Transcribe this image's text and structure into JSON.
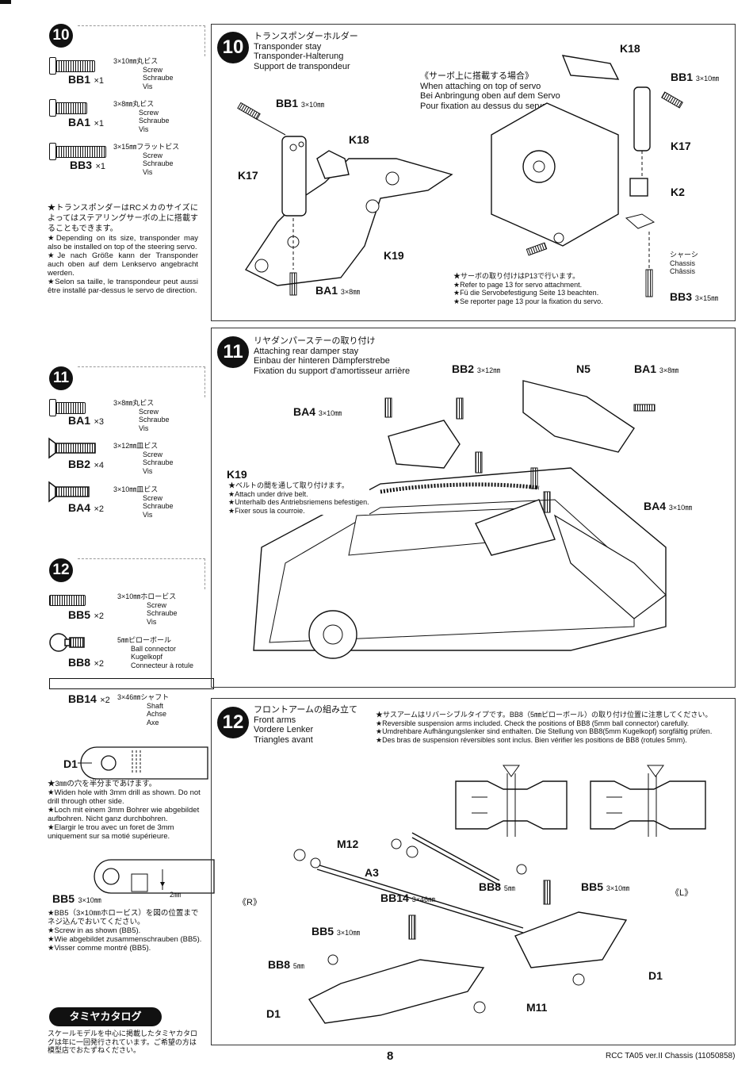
{
  "left": {
    "step10": {
      "num": "10",
      "parts": [
        {
          "code": "BB1",
          "qty": "×1",
          "size": "3×10㎜丸ビス",
          "en": "Screw",
          "de": "Schraube",
          "fr": "Vis"
        },
        {
          "code": "BA1",
          "qty": "×1",
          "size": "3×8㎜丸ビス",
          "en": "Screw",
          "de": "Schraube",
          "fr": "Vis"
        },
        {
          "code": "BB3",
          "qty": "×1",
          "size": "3×15㎜フラットビス",
          "en": "Screw",
          "de": "Schraube",
          "fr": "Vis"
        }
      ],
      "note_jp": "★トランスポンダーはRCメカのサイズによってはステアリングサーボの上に搭載することもできます。",
      "note_en": "★Depending on its size, transponder may also be installed on top of the steering servo.",
      "note_de": "★Je nach Größe kann der Transponder auch oben auf dem Lenkservo angebracht werden.",
      "note_fr": "★Selon sa taille, le transpondeur peut aussi être installé par-dessus le servo de direction."
    },
    "step11": {
      "num": "11",
      "parts": [
        {
          "code": "BA1",
          "qty": "×3",
          "size": "3×8㎜丸ビス",
          "en": "Screw",
          "de": "Schraube",
          "fr": "Vis"
        },
        {
          "code": "BB2",
          "qty": "×4",
          "size": "3×12㎜皿ビス",
          "en": "Screw",
          "de": "Schraube",
          "fr": "Vis"
        },
        {
          "code": "BA4",
          "qty": "×2",
          "size": "3×10㎜皿ビス",
          "en": "Screw",
          "de": "Schraube",
          "fr": "Vis"
        }
      ]
    },
    "step12": {
      "num": "12",
      "parts": [
        {
          "code": "BB5",
          "qty": "×2",
          "size": "3×10㎜ホロービス",
          "en": "Screw",
          "de": "Schraube",
          "fr": "Vis"
        },
        {
          "code": "BB8",
          "qty": "×2",
          "size": "5㎜ピローボール",
          "en": "Ball connector",
          "de": "Kugelkopf",
          "fr": "Connecteur à rotule"
        }
      ],
      "shaft": {
        "code": "BB14",
        "qty": "×2",
        "size": "3×46㎜シャフト",
        "en": "Shaft",
        "de": "Achse",
        "fr": "Axe"
      },
      "d1_label": "D1",
      "drill_jp": "★3㎜の穴を半分まであけます。",
      "drill_en": "★Widen hole with 3mm drill as shown. Do not drill through other side.",
      "drill_de": "★Loch mit einem 3mm Bohrer wie abgebildet aufbohren. Nicht ganz durchbohren.",
      "drill_fr": "★Elargir le trou avec un foret de 3mm uniquement sur sa motié supérieure.",
      "bb5_label": "BB5",
      "bb5_size": "3×10㎜",
      "dim_2mm": "2㎜",
      "screw_jp": "★BB5（3×10㎜ホロービス）を図の位置までネジ込んでおいてください。",
      "screw_en": "★Screw in as shown (BB5).",
      "screw_de": "★Wie abgebildet zusammenschrauben (BB5).",
      "screw_fr": "★Visser comme montré (BB5)."
    },
    "catalog": {
      "title": "タミヤカタログ",
      "text": "スケールモデルを中心に掲載したタミヤカタログは年に一回発行されています。ご希望の方は模型店でおたずねください。"
    }
  },
  "step10": {
    "num": "10",
    "title_jp": "トランスポンダーホルダー",
    "title_en": "Transponder stay",
    "title_de": "Transponder-Halterung",
    "title_fr": "Support de transpondeur",
    "labels": {
      "bb1": "BB1",
      "bb1_size": "3×10㎜",
      "k18": "K18",
      "k17": "K17",
      "k19": "K19",
      "ba1": "BA1",
      "ba1_size": "3×8㎜",
      "k2": "K2",
      "bb3": "BB3",
      "bb3_size": "3×15㎜",
      "chassis_jp": "シャーシ",
      "chassis_en": "Chassis",
      "chassis_fr": "Châssis"
    },
    "servo_jp": "《サーボ上に搭載する場合》",
    "servo_en": "When attaching on top of servo",
    "servo_de": "Bei Anbringung oben auf dem Servo",
    "servo_fr": "Pour fixation au dessus du servo",
    "ref_jp": "★サーボの取り付けはP13で行います。",
    "ref_en": "★Refer to page 13 for servo attachment.",
    "ref_de": "★Fü die Servobefestigung Seite 13 beachten.",
    "ref_fr": "★Se reporter page 13 pour la fixation du servo."
  },
  "step11": {
    "num": "11",
    "title_jp": "リヤダンパーステーの取り付け",
    "title_en": "Attaching rear damper stay",
    "title_de": "Einbau der hinteren Dämpferstrebe",
    "title_fr": "Fixation du support d'amortisseur arrière",
    "labels": {
      "bb2": "BB2",
      "bb2_size": "3×12㎜",
      "n5": "N5",
      "ba1": "BA1",
      "ba1_size": "3×8㎜",
      "ba4": "BA4",
      "ba4_size": "3×10㎜",
      "k19": "K19"
    },
    "belt_jp": "★ベルトの間を通して取り付けます。",
    "belt_en": "★Attach under drive belt.",
    "belt_de": "★Unterhalb des Antriebsriemens befestigen.",
    "belt_fr": "★Fixer sous la courroie."
  },
  "step12": {
    "num": "12",
    "title_jp": "フロントアームの組み立て",
    "title_en": "Front arms",
    "title_de": "Vordere Lenker",
    "title_fr": "Triangles avant",
    "note_jp": "★サスアームはリバーシブルタイプです。BB8（5㎜ピローボール）の取り付け位置に注意してください。",
    "note_en": "★Reversible suspension arms included. Check the positions of BB8 (5mm ball connector) carefully.",
    "note_de": "★Umdrehbare Aufhängungslenker sind enthalten. Die Stellung von BB8(5mm Kugelkopf) sorgfältig prüfen.",
    "note_fr": "★Des bras de suspension réversibles sont inclus. Bien vérifier les positions de BB8 (rotules 5mm).",
    "labels": {
      "m12": "M12",
      "a3": "A3",
      "bb14": "BB14",
      "bb14_size": "3×46㎜",
      "bb8": "BB8",
      "bb8_size": "5㎜",
      "bb5": "BB5",
      "bb5_size": "3×10㎜",
      "r": "《R》",
      "l": "《L》",
      "d1": "D1",
      "m11": "M11"
    }
  },
  "footer": {
    "page": "8",
    "model": "RCC TA05 ver.II Chassis (11050858)"
  }
}
